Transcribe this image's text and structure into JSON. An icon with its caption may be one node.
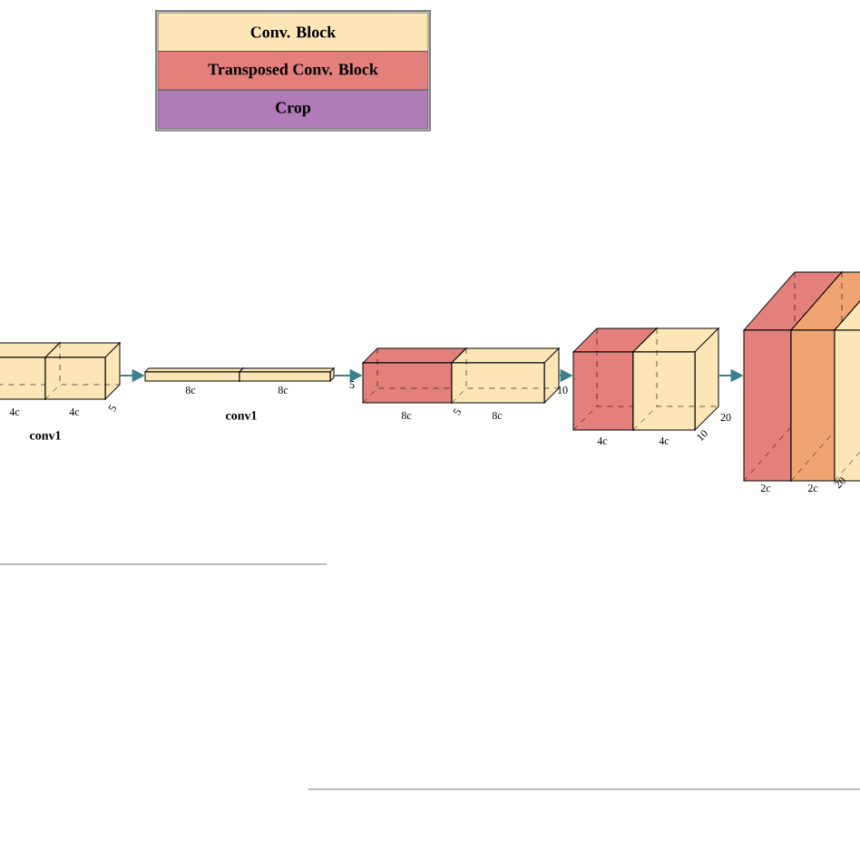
{
  "diagram": {
    "nodes": [
      {
        "text": [],
        "shape": "box",
        "beside": [
          "4c",
          "4c",
          "5",
          "conv1"
        ]
      },
      {
        "text": [],
        "shape": "bar",
        "beside": [
          "8c",
          "8c",
          "conv1"
        ]
      },
      {
        "text": [],
        "shape": "box",
        "beside": [
          "5",
          "8c",
          "5",
          "8c",
          "10"
        ]
      },
      {
        "text": [],
        "shape": "box",
        "beside": [
          "4c",
          "4c",
          "10",
          "20"
        ]
      },
      {
        "text": [],
        "shape": "box",
        "beside": [
          "2c",
          "2c",
          "20"
        ]
      }
    ],
    "edges": [
      {
        "from": 0,
        "to": 1,
        "arrow": "to"
      },
      {
        "from": 1,
        "to": 2,
        "arrow": "to"
      },
      {
        "from": 2,
        "to": 3,
        "arrow": "to"
      },
      {
        "from": 3,
        "to": 4,
        "arrow": "to"
      }
    ],
    "legend": [
      {
        "text": "Conv. Block",
        "color": "#fde6b6"
      },
      {
        "text": "Transposed Conv. Block",
        "color": "#e3807c"
      },
      {
        "text": "Crop",
        "color": "#b07cb8"
      }
    ]
  }
}
